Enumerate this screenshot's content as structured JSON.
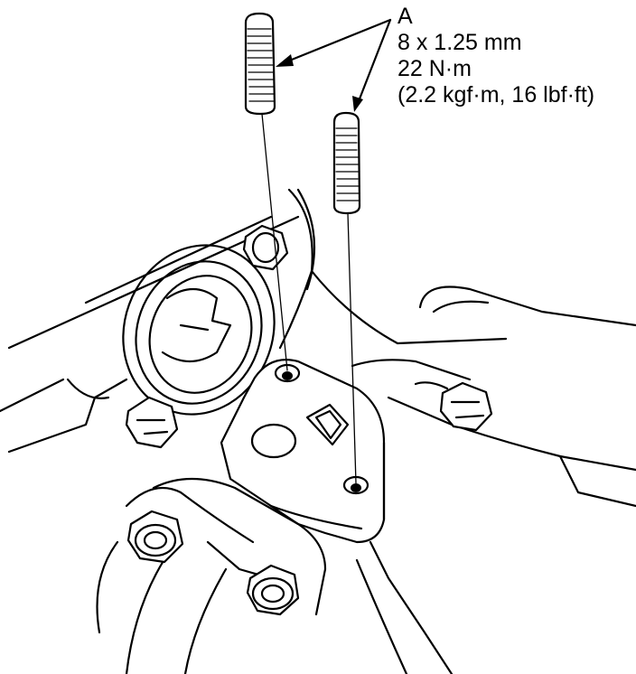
{
  "callout": {
    "letter": "A",
    "size": "8 x 1.25 mm",
    "torque_nm": "22 N·m",
    "torque_alt": "(2.2 kgf·m, 16 lbf·ft)"
  }
}
